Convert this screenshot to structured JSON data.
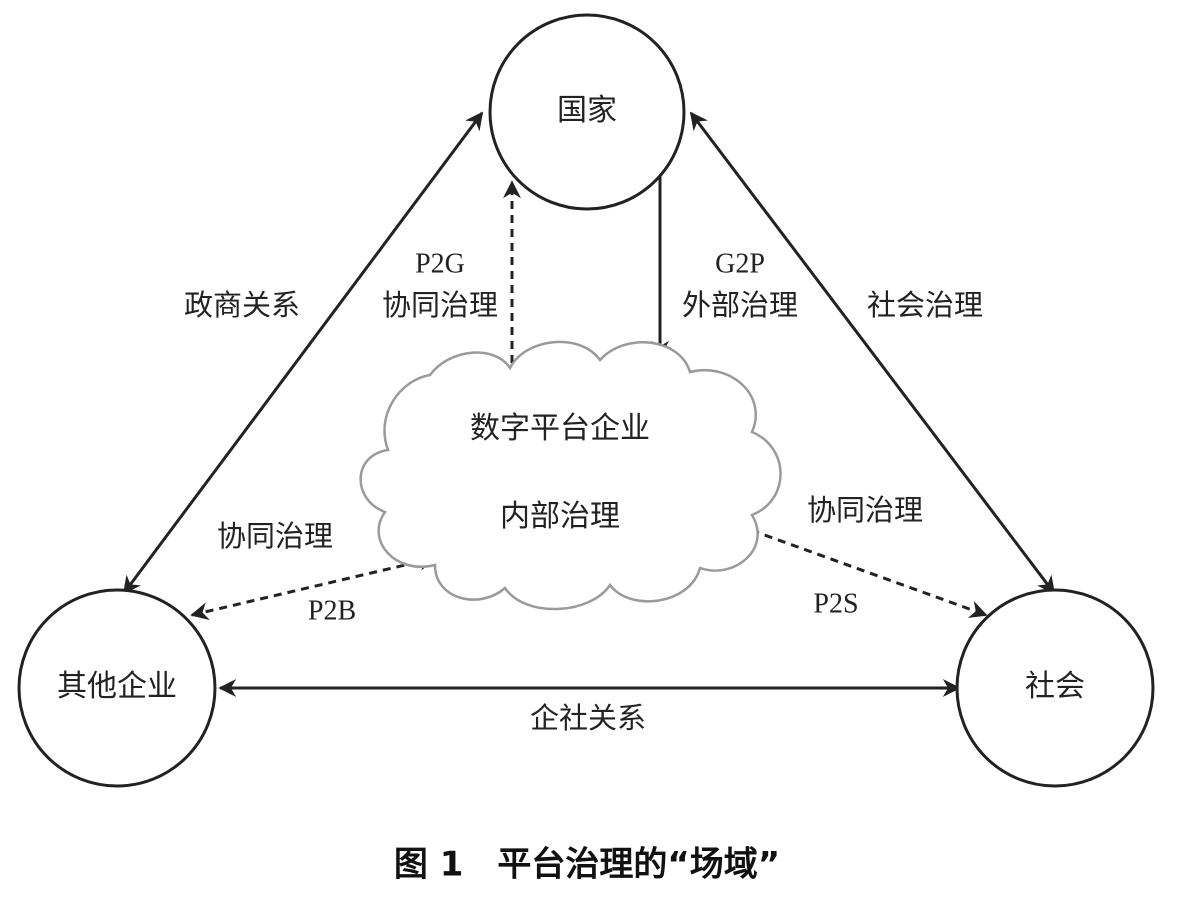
{
  "nodes": {
    "state": "国家",
    "platform_line1": "数字平台企业",
    "platform_line2": "内部治理",
    "other_firms": "其他企业",
    "society": "社会"
  },
  "edges": {
    "state_other_firms": "政商关系",
    "state_society": "社会治理",
    "p2g_code": "P2G",
    "p2g_label": "协同治理",
    "g2p_code": "G2P",
    "g2p_label": "外部治理",
    "p2b_label": "协同治理",
    "p2b_code": "P2B",
    "p2s_label": "协同治理",
    "p2s_code": "P2S",
    "firms_society": "企社关系"
  },
  "caption": "图 1　平台治理的“场域”"
}
